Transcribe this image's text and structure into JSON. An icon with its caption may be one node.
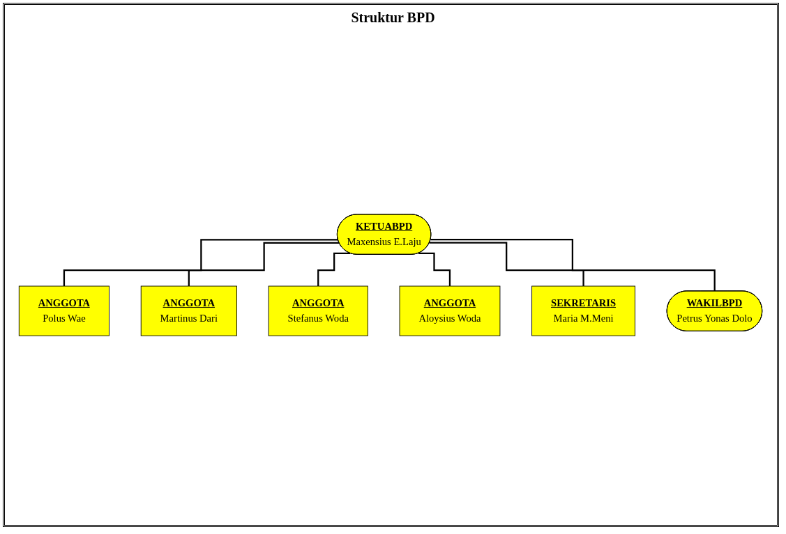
{
  "diagram": {
    "title": "Struktur BPD",
    "nodes": [
      {
        "text": [
          "KETUABPD",
          "Maxensius E.Laju"
        ]
      },
      {
        "text": [
          "ANGGOTA",
          "Polus Wae"
        ]
      },
      {
        "text": [
          "ANGGOTA",
          "Martinus Dari"
        ]
      },
      {
        "text": [
          "ANGGOTA",
          "Stefanus Woda"
        ]
      },
      {
        "text": [
          "ANGGOTA",
          "Aloysius Woda"
        ]
      },
      {
        "text": [
          "SEKRETARIS",
          "Maria M.Meni"
        ]
      },
      {
        "text": [
          "WAKILBPD",
          "Petrus Yonas Dolo"
        ]
      }
    ],
    "edges": [
      {
        "from": 0,
        "to": 1,
        "arrow": "none"
      },
      {
        "from": 0,
        "to": 2,
        "arrow": "none"
      },
      {
        "from": 0,
        "to": 3,
        "arrow": "none"
      },
      {
        "from": 0,
        "to": 4,
        "arrow": "none"
      },
      {
        "from": 0,
        "to": 5,
        "arrow": "none"
      },
      {
        "from": 0,
        "to": 6,
        "arrow": "none"
      }
    ]
  }
}
